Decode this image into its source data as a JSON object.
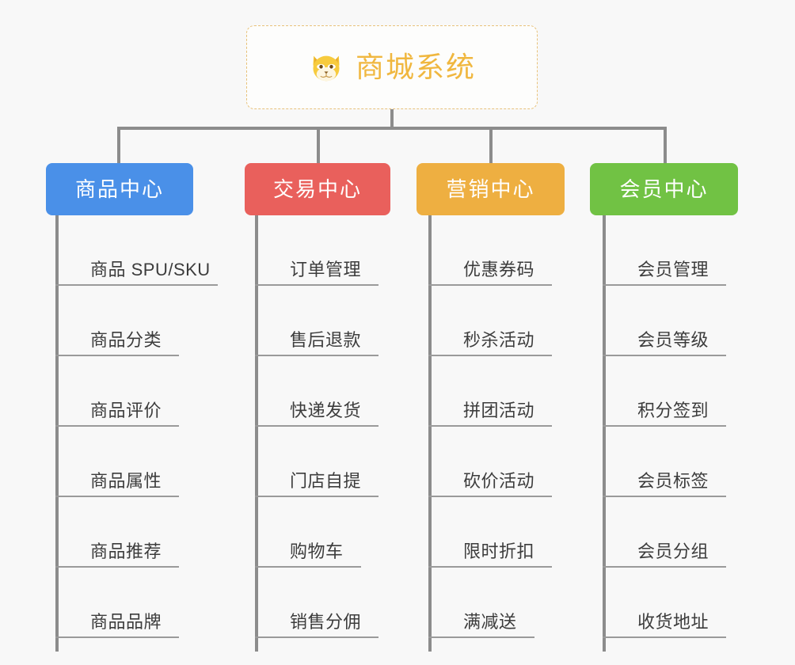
{
  "diagram": {
    "title": "商城系统",
    "type": "mindmap-tree",
    "background_color": "#f8f8f8",
    "connector_color": "#8c8c8c",
    "root": {
      "label": "商城系统",
      "icon": "shiba-dog-icon",
      "text_color": "#f0b73f",
      "border_color": "#e8c27a",
      "background_color": "#fdfdfc"
    },
    "branches": [
      {
        "label": "商品中心",
        "color": "#4a90e8",
        "items": [
          "商品 SPU/SKU",
          "商品分类",
          "商品评价",
          "商品属性",
          "商品推荐",
          "商品品牌"
        ]
      },
      {
        "label": "交易中心",
        "color": "#e9605c",
        "items": [
          "订单管理",
          "售后退款",
          "快递发货",
          "门店自提",
          "购物车",
          "销售分佣"
        ]
      },
      {
        "label": "营销中心",
        "color": "#eeaf41",
        "items": [
          "优惠券码",
          "秒杀活动",
          "拼团活动",
          "砍价活动",
          "限时折扣",
          "满减送"
        ]
      },
      {
        "label": "会员中心",
        "color": "#71c244",
        "items": [
          "会员管理",
          "会员等级",
          "积分签到",
          "会员标签",
          "会员分组",
          "收货地址"
        ]
      }
    ]
  }
}
